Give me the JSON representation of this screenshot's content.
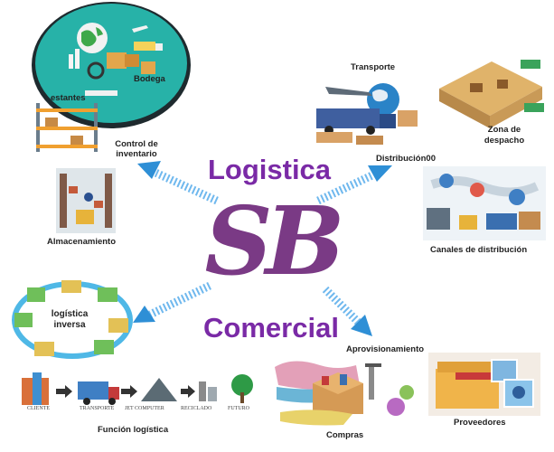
{
  "center": {
    "top_word": "Logistica",
    "logo": "SB",
    "bottom_word": "Comercial"
  },
  "nodes": {
    "bodega": "Bodega",
    "estantes": "estantes",
    "control_inventario_1": "Control de",
    "control_inventario_2": "inventario",
    "transporte": "Transporte",
    "zona_despacho_1": "Zona de",
    "zona_despacho_2": "despacho",
    "distribucion": "Distribución00",
    "almacenamiento": "Almacenamiento",
    "canales": "Canales de distribución",
    "logistica_inversa_1": "logística",
    "logistica_inversa_2": "inversa",
    "aprovisionamiento": "Aprovisionamiento",
    "funcion_logistica": "Función logística",
    "compras": "Compras",
    "proveedores": "Proveedores"
  },
  "flow_chain": [
    "CLIENTE",
    "TRANSPORTE",
    "JET COMPUTER",
    "RECICLADO",
    "FUTURO"
  ],
  "colors": {
    "purple": "#7a2aa6",
    "logo": "#7a3a85",
    "arrow": "#2e8fd6",
    "teal": "#1f9fa6"
  }
}
